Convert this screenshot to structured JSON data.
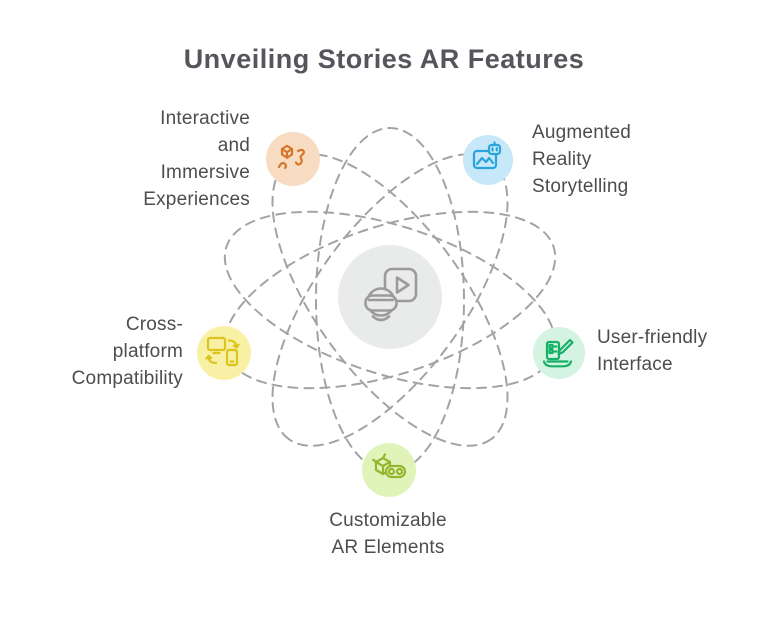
{
  "title": "Unveiling Stories AR Features",
  "colors": {
    "background": "#ffffff",
    "orbit": "#a3a3a3",
    "title_text": "#54565c",
    "label_text": "#4d4d4d"
  },
  "center": {
    "icon": "vr-headset-video-icon",
    "circle_color": "#e9eaea",
    "icon_color": "#9b9b9b"
  },
  "nodes": [
    {
      "id": "interactive-immersive",
      "label": "Interactive\nand\nImmersive\nExperiences",
      "icon": "hand-3d-cube-icon",
      "circle_color": "#f8dcc1",
      "icon_color": "#d8752c"
    },
    {
      "id": "ar-storytelling",
      "label": "Augmented\nReality\nStorytelling",
      "icon": "ar-image-robot-icon",
      "circle_color": "#c7e8f8",
      "icon_color": "#29a4dd"
    },
    {
      "id": "cross-platform",
      "label": "Cross-\nplatform\nCompatibility",
      "icon": "device-sync-icon",
      "circle_color": "#f8f0a4",
      "icon_color": "#ddc31d"
    },
    {
      "id": "user-friendly",
      "label": "User-friendly\nInterface",
      "icon": "form-pencil-laptop-icon",
      "circle_color": "#d4f3e1",
      "icon_color": "#16b169"
    },
    {
      "id": "customizable",
      "label": "Customizable\nAR Elements",
      "icon": "box-vr-goggles-icon",
      "circle_color": "#e0f4ba",
      "icon_color": "#96b42c"
    }
  ]
}
